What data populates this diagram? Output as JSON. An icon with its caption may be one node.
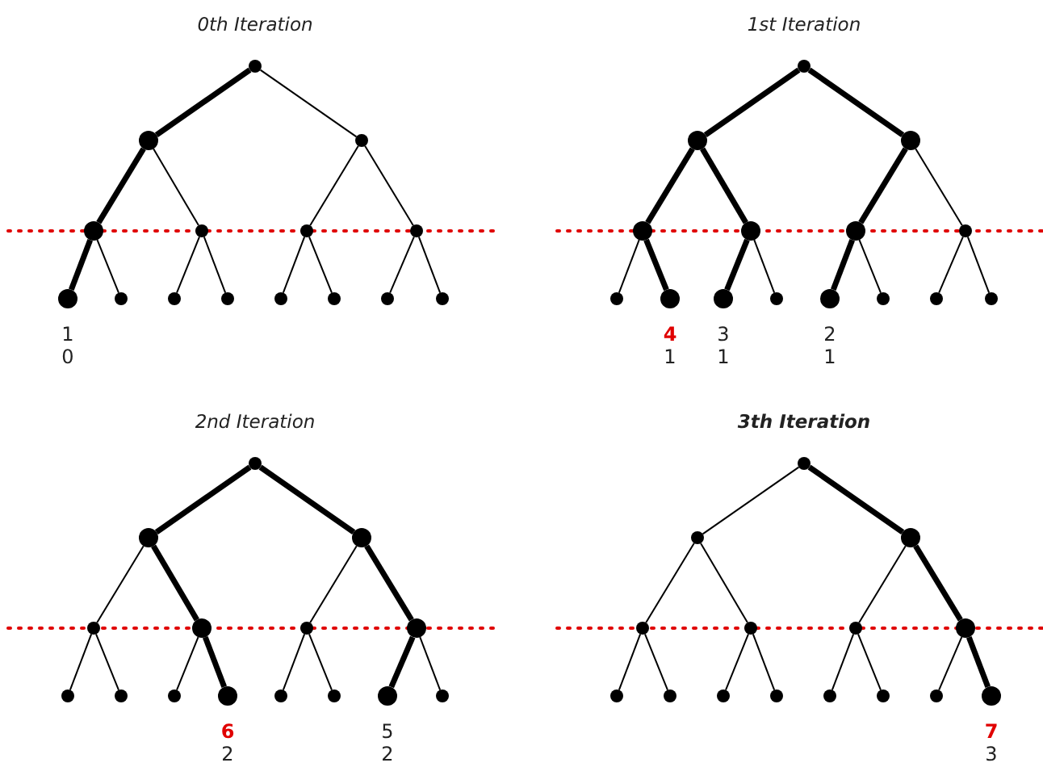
{
  "diagram": {
    "nodes": [
      {
        "text": [],
        "shape": "circle"
      },
      {
        "text": [],
        "shape": "circle"
      },
      {
        "text": [],
        "shape": "circle"
      },
      {
        "text": [],
        "shape": "circle"
      },
      {
        "text": [],
        "shape": "circle"
      },
      {
        "text": [],
        "shape": "circle"
      },
      {
        "text": [],
        "shape": "circle"
      },
      {
        "text": [],
        "shape": "circle",
        "beside": [
          "1",
          "0"
        ]
      },
      {
        "text": [],
        "shape": "circle"
      },
      {
        "text": [],
        "shape": "circle"
      },
      {
        "text": [],
        "shape": "circle"
      },
      {
        "text": [],
        "shape": "circle"
      },
      {
        "text": [],
        "shape": "circle"
      },
      {
        "text": [],
        "shape": "circle"
      },
      {
        "text": [],
        "shape": "circle"
      },
      {
        "text": [],
        "shape": "circle"
      },
      {
        "text": [],
        "shape": "circle"
      },
      {
        "text": [],
        "shape": "circle"
      },
      {
        "text": [],
        "shape": "circle"
      },
      {
        "text": [],
        "shape": "circle"
      },
      {
        "text": [],
        "shape": "circle"
      },
      {
        "text": [],
        "shape": "circle"
      },
      {
        "text": [],
        "shape": "circle"
      },
      {
        "text": [],
        "shape": "circle",
        "beside": [
          "4",
          "1"
        ]
      },
      {
        "text": [],
        "shape": "circle",
        "beside": [
          "3",
          "1"
        ]
      },
      {
        "text": [],
        "shape": "circle"
      },
      {
        "text": [],
        "shape": "circle",
        "beside": [
          "2",
          "1"
        ]
      },
      {
        "text": [],
        "shape": "circle"
      },
      {
        "text": [],
        "shape": "circle"
      },
      {
        "text": [],
        "shape": "circle"
      },
      {
        "text": [],
        "shape": "circle"
      },
      {
        "text": [],
        "shape": "circle"
      },
      {
        "text": [],
        "shape": "circle"
      },
      {
        "text": [],
        "shape": "circle"
      },
      {
        "text": [],
        "shape": "circle"
      },
      {
        "text": [],
        "shape": "circle"
      },
      {
        "text": [],
        "shape": "circle"
      },
      {
        "text": [],
        "shape": "circle"
      },
      {
        "text": [],
        "shape": "circle"
      },
      {
        "text": [],
        "shape": "circle"
      },
      {
        "text": [],
        "shape": "circle",
        "beside": [
          "6",
          "2"
        ]
      },
      {
        "text": [],
        "shape": "circle"
      },
      {
        "text": [],
        "shape": "circle"
      },
      {
        "text": [],
        "shape": "circle",
        "beside": [
          "5",
          "2"
        ]
      },
      {
        "text": [],
        "shape": "circle"
      },
      {
        "text": [],
        "shape": "circle"
      },
      {
        "text": [],
        "shape": "circle"
      },
      {
        "text": [],
        "shape": "circle"
      },
      {
        "text": [],
        "shape": "circle"
      },
      {
        "text": [],
        "shape": "circle"
      },
      {
        "text": [],
        "shape": "circle"
      },
      {
        "text": [],
        "shape": "circle"
      },
      {
        "text": [],
        "shape": "circle"
      },
      {
        "text": [],
        "shape": "circle"
      },
      {
        "text": [],
        "shape": "circle"
      },
      {
        "text": [],
        "shape": "circle"
      },
      {
        "text": [],
        "shape": "circle"
      },
      {
        "text": [],
        "shape": "circle"
      },
      {
        "text": [],
        "shape": "circle"
      },
      {
        "text": [],
        "shape": "circle",
        "beside": [
          "7",
          "3"
        ]
      }
    ],
    "edges": [
      {
        "from": 0,
        "to": 1,
        "arrow": "none",
        "style": "thick"
      },
      {
        "from": 0,
        "to": 2,
        "arrow": "none"
      },
      {
        "from": 1,
        "to": 3,
        "arrow": "none",
        "style": "thick"
      },
      {
        "from": 1,
        "to": 4,
        "arrow": "none"
      },
      {
        "from": 2,
        "to": 5,
        "arrow": "none"
      },
      {
        "from": 2,
        "to": 6,
        "arrow": "none"
      },
      {
        "from": 3,
        "to": 7,
        "arrow": "none",
        "style": "thick"
      },
      {
        "from": 3,
        "to": 8,
        "arrow": "none"
      },
      {
        "from": 4,
        "to": 9,
        "arrow": "none"
      },
      {
        "from": 4,
        "to": 10,
        "arrow": "none"
      },
      {
        "from": 5,
        "to": 11,
        "arrow": "none"
      },
      {
        "from": 5,
        "to": 12,
        "arrow": "none"
      },
      {
        "from": 6,
        "to": 13,
        "arrow": "none"
      },
      {
        "from": 6,
        "to": 14,
        "arrow": "none"
      },
      {
        "from": 15,
        "to": 16,
        "arrow": "none",
        "style": "thick"
      },
      {
        "from": 15,
        "to": 17,
        "arrow": "none",
        "style": "thick"
      },
      {
        "from": 16,
        "to": 18,
        "arrow": "none",
        "style": "thick"
      },
      {
        "from": 16,
        "to": 19,
        "arrow": "none",
        "style": "thick"
      },
      {
        "from": 17,
        "to": 20,
        "arrow": "none",
        "style": "thick"
      },
      {
        "from": 17,
        "to": 21,
        "arrow": "none"
      },
      {
        "from": 18,
        "to": 22,
        "arrow": "none"
      },
      {
        "from": 18,
        "to": 23,
        "arrow": "none",
        "style": "thick"
      },
      {
        "from": 19,
        "to": 24,
        "arrow": "none",
        "style": "thick"
      },
      {
        "from": 19,
        "to": 25,
        "arrow": "none"
      },
      {
        "from": 20,
        "to": 26,
        "arrow": "none",
        "style": "thick"
      },
      {
        "from": 20,
        "to": 27,
        "arrow": "none"
      },
      {
        "from": 21,
        "to": 28,
        "arrow": "none"
      },
      {
        "from": 21,
        "to": 29,
        "arrow": "none"
      },
      {
        "from": 30,
        "to": 31,
        "arrow": "none",
        "style": "thick"
      },
      {
        "from": 30,
        "to": 32,
        "arrow": "none",
        "style": "thick"
      },
      {
        "from": 31,
        "to": 33,
        "arrow": "none"
      },
      {
        "from": 31,
        "to": 34,
        "arrow": "none",
        "style": "thick"
      },
      {
        "from": 32,
        "to": 35,
        "arrow": "none"
      },
      {
        "from": 32,
        "to": 36,
        "arrow": "none",
        "style": "thick"
      },
      {
        "from": 33,
        "to": 37,
        "arrow": "none"
      },
      {
        "from": 33,
        "to": 38,
        "arrow": "none"
      },
      {
        "from": 34,
        "to": 39,
        "arrow": "none"
      },
      {
        "from": 34,
        "to": 40,
        "arrow": "none",
        "style": "thick"
      },
      {
        "from": 35,
        "to": 41,
        "arrow": "none"
      },
      {
        "from": 35,
        "to": 42,
        "arrow": "none"
      },
      {
        "from": 36,
        "to": 43,
        "arrow": "none",
        "style": "thick"
      },
      {
        "from": 36,
        "to": 44,
        "arrow": "none"
      },
      {
        "from": 45,
        "to": 46,
        "arrow": "none"
      },
      {
        "from": 45,
        "to": 47,
        "arrow": "none",
        "style": "thick"
      },
      {
        "from": 46,
        "to": 48,
        "arrow": "none"
      },
      {
        "from": 46,
        "to": 49,
        "arrow": "none"
      },
      {
        "from": 47,
        "to": 50,
        "arrow": "none"
      },
      {
        "from": 47,
        "to": 51,
        "arrow": "none",
        "style": "thick"
      },
      {
        "from": 48,
        "to": 52,
        "arrow": "none"
      },
      {
        "from": 48,
        "to": 53,
        "arrow": "none"
      },
      {
        "from": 49,
        "to": 54,
        "arrow": "none"
      },
      {
        "from": 49,
        "to": 55,
        "arrow": "none"
      },
      {
        "from": 50,
        "to": 56,
        "arrow": "none"
      },
      {
        "from": 50,
        "to": 57,
        "arrow": "none"
      },
      {
        "from": 51,
        "to": 58,
        "arrow": "none"
      },
      {
        "from": 51,
        "to": 59,
        "arrow": "none",
        "style": "thick"
      }
    ],
    "labels": [
      "0th Iteration",
      "1st Iteration",
      "2nd Iteration",
      "3th Iteration"
    ]
  }
}
